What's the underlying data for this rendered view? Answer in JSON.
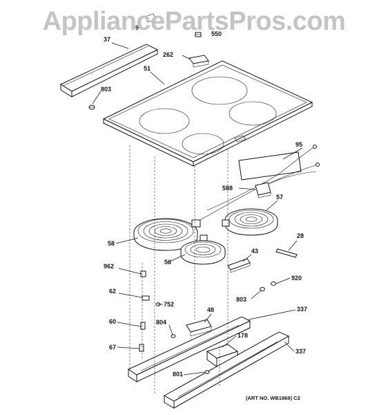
{
  "watermark": "AppliancePartsPros.com",
  "art_number": "(ART NO. WB1869)  C2",
  "callouts": [
    {
      "id": "c-95a",
      "text": "9"
    },
    {
      "id": "c-37",
      "text": "37"
    },
    {
      "id": "c-550",
      "text": "550"
    },
    {
      "id": "c-262",
      "text": "262"
    },
    {
      "id": "c-51",
      "text": "51"
    },
    {
      "id": "c-803a",
      "text": "803"
    },
    {
      "id": "c-95",
      "text": "95"
    },
    {
      "id": "c-588",
      "text": "588"
    },
    {
      "id": "c-57",
      "text": "57"
    },
    {
      "id": "c-58",
      "text": "58"
    },
    {
      "id": "c-28",
      "text": "28"
    },
    {
      "id": "c-43",
      "text": "43"
    },
    {
      "id": "c-56",
      "text": "56"
    },
    {
      "id": "c-962",
      "text": "962"
    },
    {
      "id": "c-920",
      "text": "920"
    },
    {
      "id": "c-62",
      "text": "62"
    },
    {
      "id": "c-803b",
      "text": "803"
    },
    {
      "id": "c-752",
      "text": "752"
    },
    {
      "id": "c-337a",
      "text": "337"
    },
    {
      "id": "c-48",
      "text": "48"
    },
    {
      "id": "c-60",
      "text": "60"
    },
    {
      "id": "c-804",
      "text": "804"
    },
    {
      "id": "c-178",
      "text": "178"
    },
    {
      "id": "c-67",
      "text": "67"
    },
    {
      "id": "c-337b",
      "text": "337"
    },
    {
      "id": "c-801",
      "text": "801"
    }
  ]
}
